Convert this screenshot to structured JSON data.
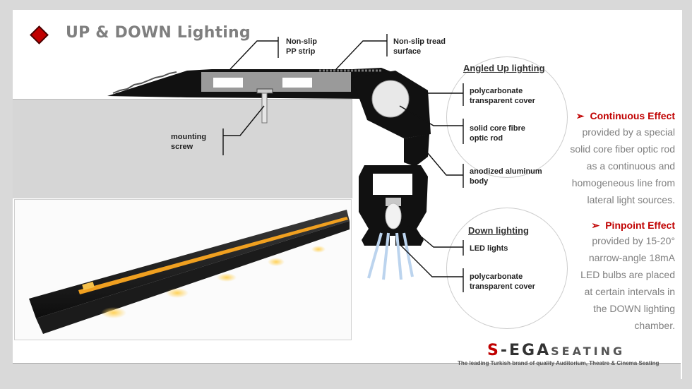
{
  "title": "UP & DOWN Lighting",
  "labels": {
    "pp_strip": [
      "Non-slip",
      "PP strip"
    ],
    "tread_surface": [
      "Non-slip tread",
      "surface"
    ],
    "mounting_screw": [
      "mounting",
      "screw"
    ],
    "angled_up": "Angled Up lighting",
    "poly_cover_1": [
      "polycarbonate",
      "transparent cover"
    ],
    "fibre_rod": [
      "solid core fibre",
      "optic rod"
    ],
    "aluminum_body": [
      "anodized aluminum",
      "body"
    ],
    "down_lighting": "Down lighting",
    "led_lights": "LED lights",
    "poly_cover_2": [
      "polycarbonate",
      "transparent cover"
    ]
  },
  "effects": {
    "continuous": {
      "marker": "➢",
      "heading": "Continuous Effect",
      "lines": [
        "provided by a special",
        "solid core fiber optic rod",
        "as a continuous and",
        "homogeneous line from",
        "lateral light sources."
      ]
    },
    "pinpoint": {
      "marker": "➢",
      "heading": "Pinpoint Effect",
      "lines": [
        "provided by 15-20°",
        "narrow-angle 18mA",
        "LED bulbs are placed",
        "at certain intervals in",
        "the DOWN lighting",
        "chamber."
      ]
    }
  },
  "logo": {
    "brand_a": "S",
    "brand_b": "-EGA",
    "brand_c": "SEATING",
    "tagline": "The leading Turkish brand of quality Auditorium, Theatre & Cinema Seating"
  },
  "colors": {
    "accent": "#c00000",
    "title_gray": "#7f7f7f",
    "profile_black": "#111111",
    "led_amber": "#f5a623"
  }
}
